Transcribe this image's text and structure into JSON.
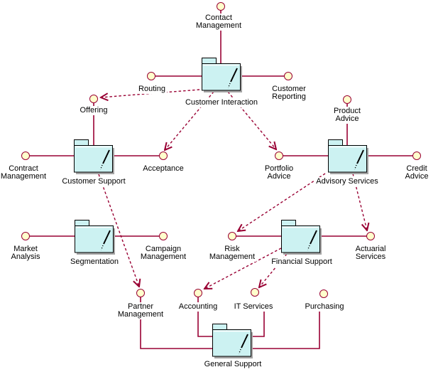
{
  "diagram": {
    "type": "uml-package-diagram",
    "packages": [
      {
        "id": "customer-interaction",
        "label": "Customer Interaction"
      },
      {
        "id": "customer-support",
        "label": "Customer Support"
      },
      {
        "id": "advisory-services",
        "label": "Advisory Services"
      },
      {
        "id": "segmentation",
        "label": "Segmentation"
      },
      {
        "id": "financial-support",
        "label": "Financial Support"
      },
      {
        "id": "general-support",
        "label": "General Support"
      }
    ],
    "interfaces": [
      {
        "id": "contact-management",
        "label": "Contact\nManagement"
      },
      {
        "id": "routing",
        "label": "Routing"
      },
      {
        "id": "customer-reporting",
        "label": "Customer\nReporting"
      },
      {
        "id": "offering",
        "label": "Offering"
      },
      {
        "id": "product-advice",
        "label": "Product\nAdvice"
      },
      {
        "id": "contract-management",
        "label": "Contract\nManagement"
      },
      {
        "id": "acceptance",
        "label": "Acceptance"
      },
      {
        "id": "portfolio-advice",
        "label": "Portfolio\nAdvice"
      },
      {
        "id": "credit-advice",
        "label": "Credit Advice"
      },
      {
        "id": "market-analysis",
        "label": "Market\nAnalysis"
      },
      {
        "id": "campaign-management",
        "label": "Campaign\nManagement"
      },
      {
        "id": "risk-management",
        "label": "Risk\nManagement"
      },
      {
        "id": "actuarial-services",
        "label": "Actuarial\nServices"
      },
      {
        "id": "partner-management",
        "label": "Partner\nManagement"
      },
      {
        "id": "accounting",
        "label": "Accounting"
      },
      {
        "id": "it-services",
        "label": "IT Services"
      },
      {
        "id": "purchasing",
        "label": "Purchasing"
      }
    ],
    "associations": [
      {
        "package": "customer-interaction",
        "interface": "contact-management"
      },
      {
        "package": "customer-interaction",
        "interface": "routing"
      },
      {
        "package": "customer-interaction",
        "interface": "customer-reporting"
      },
      {
        "package": "customer-support",
        "interface": "offering"
      },
      {
        "package": "customer-support",
        "interface": "contract-management"
      },
      {
        "package": "customer-support",
        "interface": "acceptance"
      },
      {
        "package": "advisory-services",
        "interface": "product-advice"
      },
      {
        "package": "advisory-services",
        "interface": "portfolio-advice"
      },
      {
        "package": "advisory-services",
        "interface": "credit-advice"
      },
      {
        "package": "segmentation",
        "interface": "market-analysis"
      },
      {
        "package": "segmentation",
        "interface": "campaign-management"
      },
      {
        "package": "financial-support",
        "interface": "risk-management"
      },
      {
        "package": "financial-support",
        "interface": "actuarial-services"
      },
      {
        "package": "general-support",
        "interface": "partner-management"
      },
      {
        "package": "general-support",
        "interface": "accounting"
      },
      {
        "package": "general-support",
        "interface": "it-services"
      },
      {
        "package": "general-support",
        "interface": "purchasing"
      }
    ],
    "dependencies": [
      {
        "from": "customer-interaction",
        "to": "offering"
      },
      {
        "from": "customer-interaction",
        "to": "acceptance"
      },
      {
        "from": "customer-interaction",
        "to": "portfolio-advice"
      },
      {
        "from": "customer-support",
        "to": "partner-management"
      },
      {
        "from": "advisory-services",
        "to": "risk-management"
      },
      {
        "from": "advisory-services",
        "to": "actuarial-services"
      },
      {
        "from": "financial-support",
        "to": "accounting"
      },
      {
        "from": "financial-support",
        "to": "it-services"
      }
    ],
    "colors": {
      "line": "#990033",
      "interface_fill": "#ffffcc",
      "package_fill": "#ccf2f2",
      "package_border": "#000000",
      "shadow": "#a5a5a5",
      "background": "#ffffff",
      "text": "#000000"
    }
  }
}
